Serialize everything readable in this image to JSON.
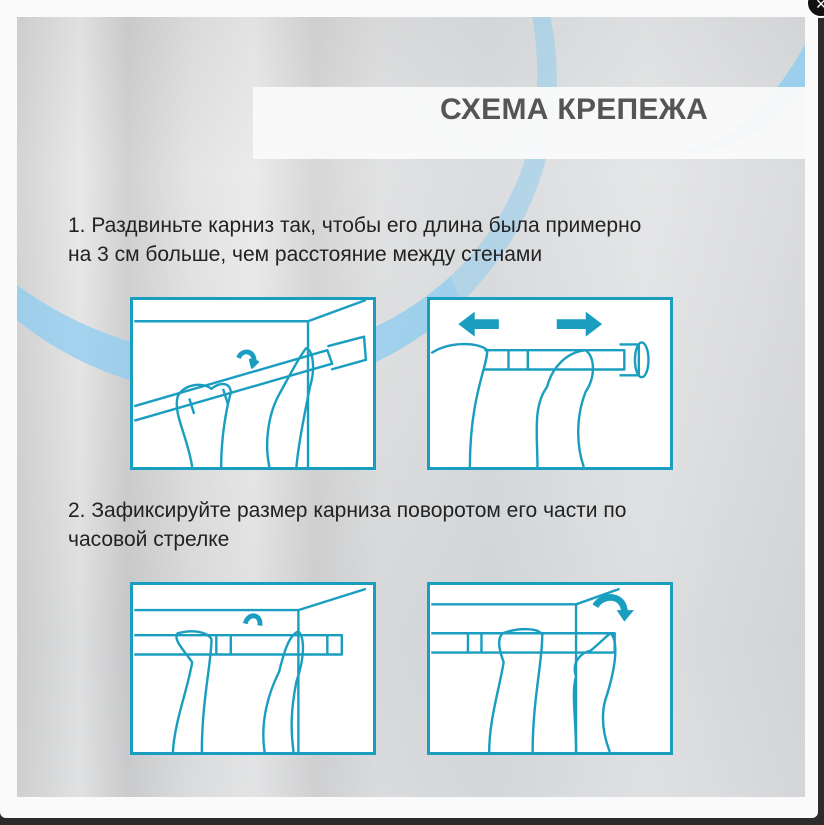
{
  "lightbox": {
    "close_icon": "×",
    "image": {
      "title": "СХЕМА КРЕПЕЖА",
      "steps": [
        {
          "text_line1": "1. Раздвиньте карниз так, чтобы его длина была примерно",
          "text_line2": "на 3 см больше, чем расстояние между стенами",
          "panels": [
            {
              "description": "Hands twisting extended tension rod near wall corner, rotate arrow"
            },
            {
              "description": "Hands extending rod, left and right arrows"
            }
          ]
        },
        {
          "text_line1": "2. Зафиксируйте размер карниза поворотом его части по",
          "text_line2": "часовой стрелке",
          "panels": [
            {
              "description": "Hands rotating rod section clockwise between walls"
            },
            {
              "description": "Hand turning rod end clockwise against wall, curved arrow"
            }
          ]
        }
      ],
      "accent_color": "#1a9ec0"
    }
  }
}
